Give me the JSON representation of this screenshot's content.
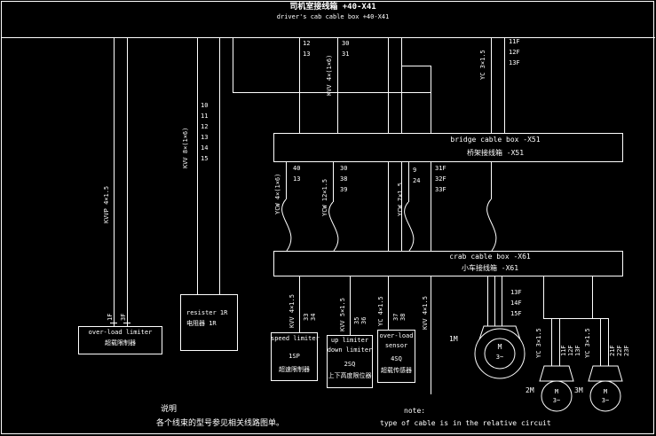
{
  "header": {
    "title_zh": "司机室接线箱  +40-X41",
    "title_en": "driver's cab cable box  +40-X41"
  },
  "boxes": {
    "bridge": {
      "en": "bridge cable box -X51",
      "zh": "桥架接线箱 -X51"
    },
    "crab": {
      "en": "crab cable box -X61",
      "zh": "小车接线箱 -X61"
    },
    "overload_limiter": {
      "en": "over-load limiter",
      "zh": "超载限制器"
    },
    "resistor": {
      "en": "resister 1R",
      "zh": "电阻器 1R"
    },
    "speed_limiter": {
      "en": "speed limiter",
      "tag": "1SP",
      "zh": "超速限制器"
    },
    "updown_limiter": {
      "en1": "up limiter",
      "en2": "down limiter",
      "tag": "2SQ",
      "zh": "上下高度限位器"
    },
    "overload_sensor": {
      "en1": "over-load",
      "en2": "sensor",
      "tag": "4SQ",
      "zh": "超载传感器"
    }
  },
  "motors": {
    "main": {
      "label": "1M",
      "letter": "M",
      "phase": "3~"
    },
    "m2": {
      "label": "2M",
      "letter": "M",
      "phase": "3~"
    },
    "m3": {
      "label": "3M",
      "letter": "M",
      "phase": "3~"
    }
  },
  "cables": {
    "overload_line": "KVVP 4×1.5",
    "resistor_line": "KVV 8×(1×6)",
    "mid_line": "KVV 4×(1×6)",
    "right_line": "YC 3×1.5",
    "festoon1": "YCW 4×(1×6)",
    "festoon2": "YCW 12×1.5",
    "festoon3": "YCW 7×1.5",
    "speed_drop": "KVV 4×1.5",
    "updown_drop": "KVV 5×1.5",
    "sensor_drop": "YC 4×1.5",
    "aux_drop": "KVV 4×1.5",
    "m2_drop": "YC 3×1.5",
    "m3_drop": "YC 3×1.5"
  },
  "tags": {
    "overload": [
      "1F",
      "3F"
    ],
    "resistor_col": [
      "10",
      "11",
      "12",
      "13",
      "14",
      "15"
    ],
    "v1": [
      "12",
      "13"
    ],
    "v2": [
      "30",
      "31"
    ],
    "right_top": [
      "11F",
      "12F",
      "13F"
    ],
    "f1": [
      "40",
      "13"
    ],
    "f2": [
      "30",
      "38",
      "39"
    ],
    "f3": [
      "9",
      "24"
    ],
    "aux": [
      "31F",
      "32F",
      "33F"
    ],
    "main_motor": [
      "13F",
      "14F",
      "15F"
    ],
    "m2": [
      "11F",
      "12F",
      "13F"
    ],
    "m3": [
      "21F",
      "22F",
      "23F"
    ],
    "speed": [
      "33",
      "34"
    ],
    "updown": [
      "35",
      "36"
    ],
    "sensor": [
      "37",
      "38"
    ]
  },
  "note": {
    "zh_title": "说明",
    "zh_body": "各个线束的型号参见相关线路图单。",
    "en_title": "note:",
    "en_body": "type of cable is in the relative circuit"
  }
}
